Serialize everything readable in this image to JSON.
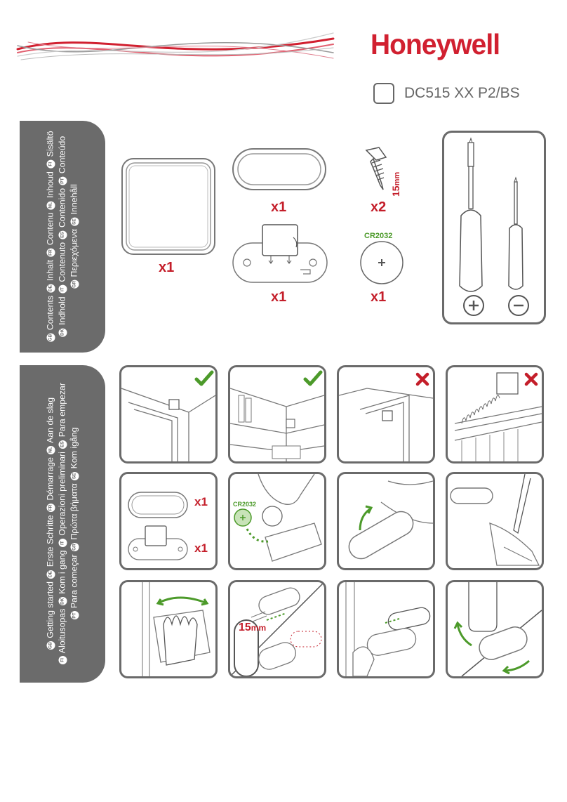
{
  "header": {
    "brand": "Honeywell",
    "model": "DC515 XX P2/BS"
  },
  "contents": {
    "tab_lines": [
      [
        "GB",
        "Contents",
        "DE",
        "Inhalt",
        "FR",
        "Contenu",
        "NL",
        "Inhoud",
        "FI",
        "Sisältö"
      ],
      [
        "DK",
        "Indhold",
        "IT",
        "Contenuto",
        "ES",
        "Contenido",
        "PT",
        "Conteúdo"
      ],
      [
        "GR",
        "Περιεχόμενα",
        "SE",
        "Innehåll"
      ]
    ],
    "cover_qty": "x1",
    "base_cover_qty": "x1",
    "mount_qty": "x1",
    "screw_qty": "x2",
    "screw_length": "15",
    "screw_unit": "mm",
    "battery_label": "CR2032",
    "battery_qty": "x1"
  },
  "getting_started": {
    "tab_lines": [
      [
        "GB",
        "Getting started",
        "DE",
        "Erste Schritte",
        "FR",
        "Démarrage",
        "NL",
        "Aan de slag"
      ],
      [
        "FI",
        "Aloitusopas",
        "DK",
        "Kom i gang",
        "IT",
        "Operazioni preliminari",
        "ES",
        "Para empezar"
      ],
      [
        "PT",
        "Para começar",
        "GR",
        "Πρώτα βήματα",
        "SE",
        "Kom igång"
      ]
    ],
    "step_qty_1": "x1",
    "step_qty_2": "x1",
    "battery_label": "CR2032",
    "screw_length": "15",
    "screw_unit": "mm"
  },
  "colors": {
    "brand_red": "#d12030",
    "tab_gray": "#6b6b6b",
    "check_green": "#4c9a2a",
    "cross_red": "#c41e2a"
  },
  "icons": {
    "correct": "check-icon",
    "incorrect": "cross-icon",
    "plus": "plus-icon",
    "minus": "minus-icon"
  }
}
